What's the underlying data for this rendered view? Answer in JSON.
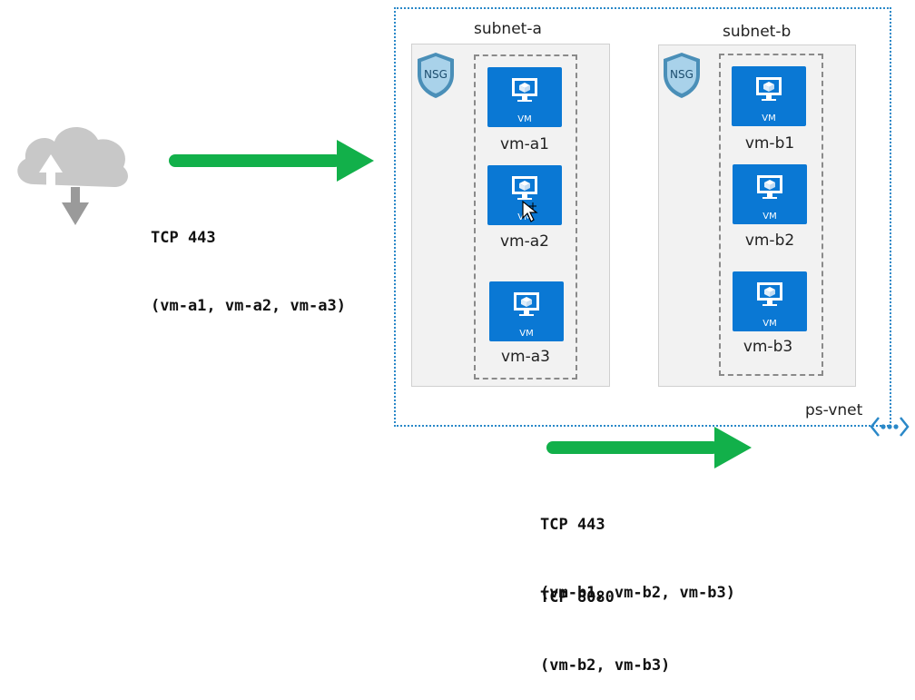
{
  "vnet": {
    "label": "ps-vnet",
    "icon": "vnet-icon",
    "border_color": "#2a88c8"
  },
  "subnets": [
    {
      "label": "subnet-a",
      "nsg_label": "NSG",
      "vms": [
        {
          "name": "vm-a1",
          "badge": "VM"
        },
        {
          "name": "vm-a2",
          "badge": "VM"
        },
        {
          "name": "vm-a3",
          "badge": "VM"
        }
      ]
    },
    {
      "label": "subnet-b",
      "nsg_label": "NSG",
      "vms": [
        {
          "name": "vm-b1",
          "badge": "VM"
        },
        {
          "name": "vm-b2",
          "badge": "VM"
        },
        {
          "name": "vm-b3",
          "badge": "VM"
        }
      ]
    }
  ],
  "flows": {
    "inbound": {
      "line1": "TCP 443",
      "line2": "(vm-a1, vm-a2, vm-a3)"
    },
    "outbound_443": {
      "line1": "TCP 443",
      "line2": "(vm-b1, vm-b2, vm-b3)"
    },
    "outbound_8080": {
      "line1": "TCP 8080",
      "line2": "(vm-b2, vm-b3)"
    }
  },
  "colors": {
    "arrow": "#12b04a",
    "vm_tile": "#0a78d4",
    "nsg_shield": "#4a8fb8",
    "cloud": "#c8c8c8"
  }
}
